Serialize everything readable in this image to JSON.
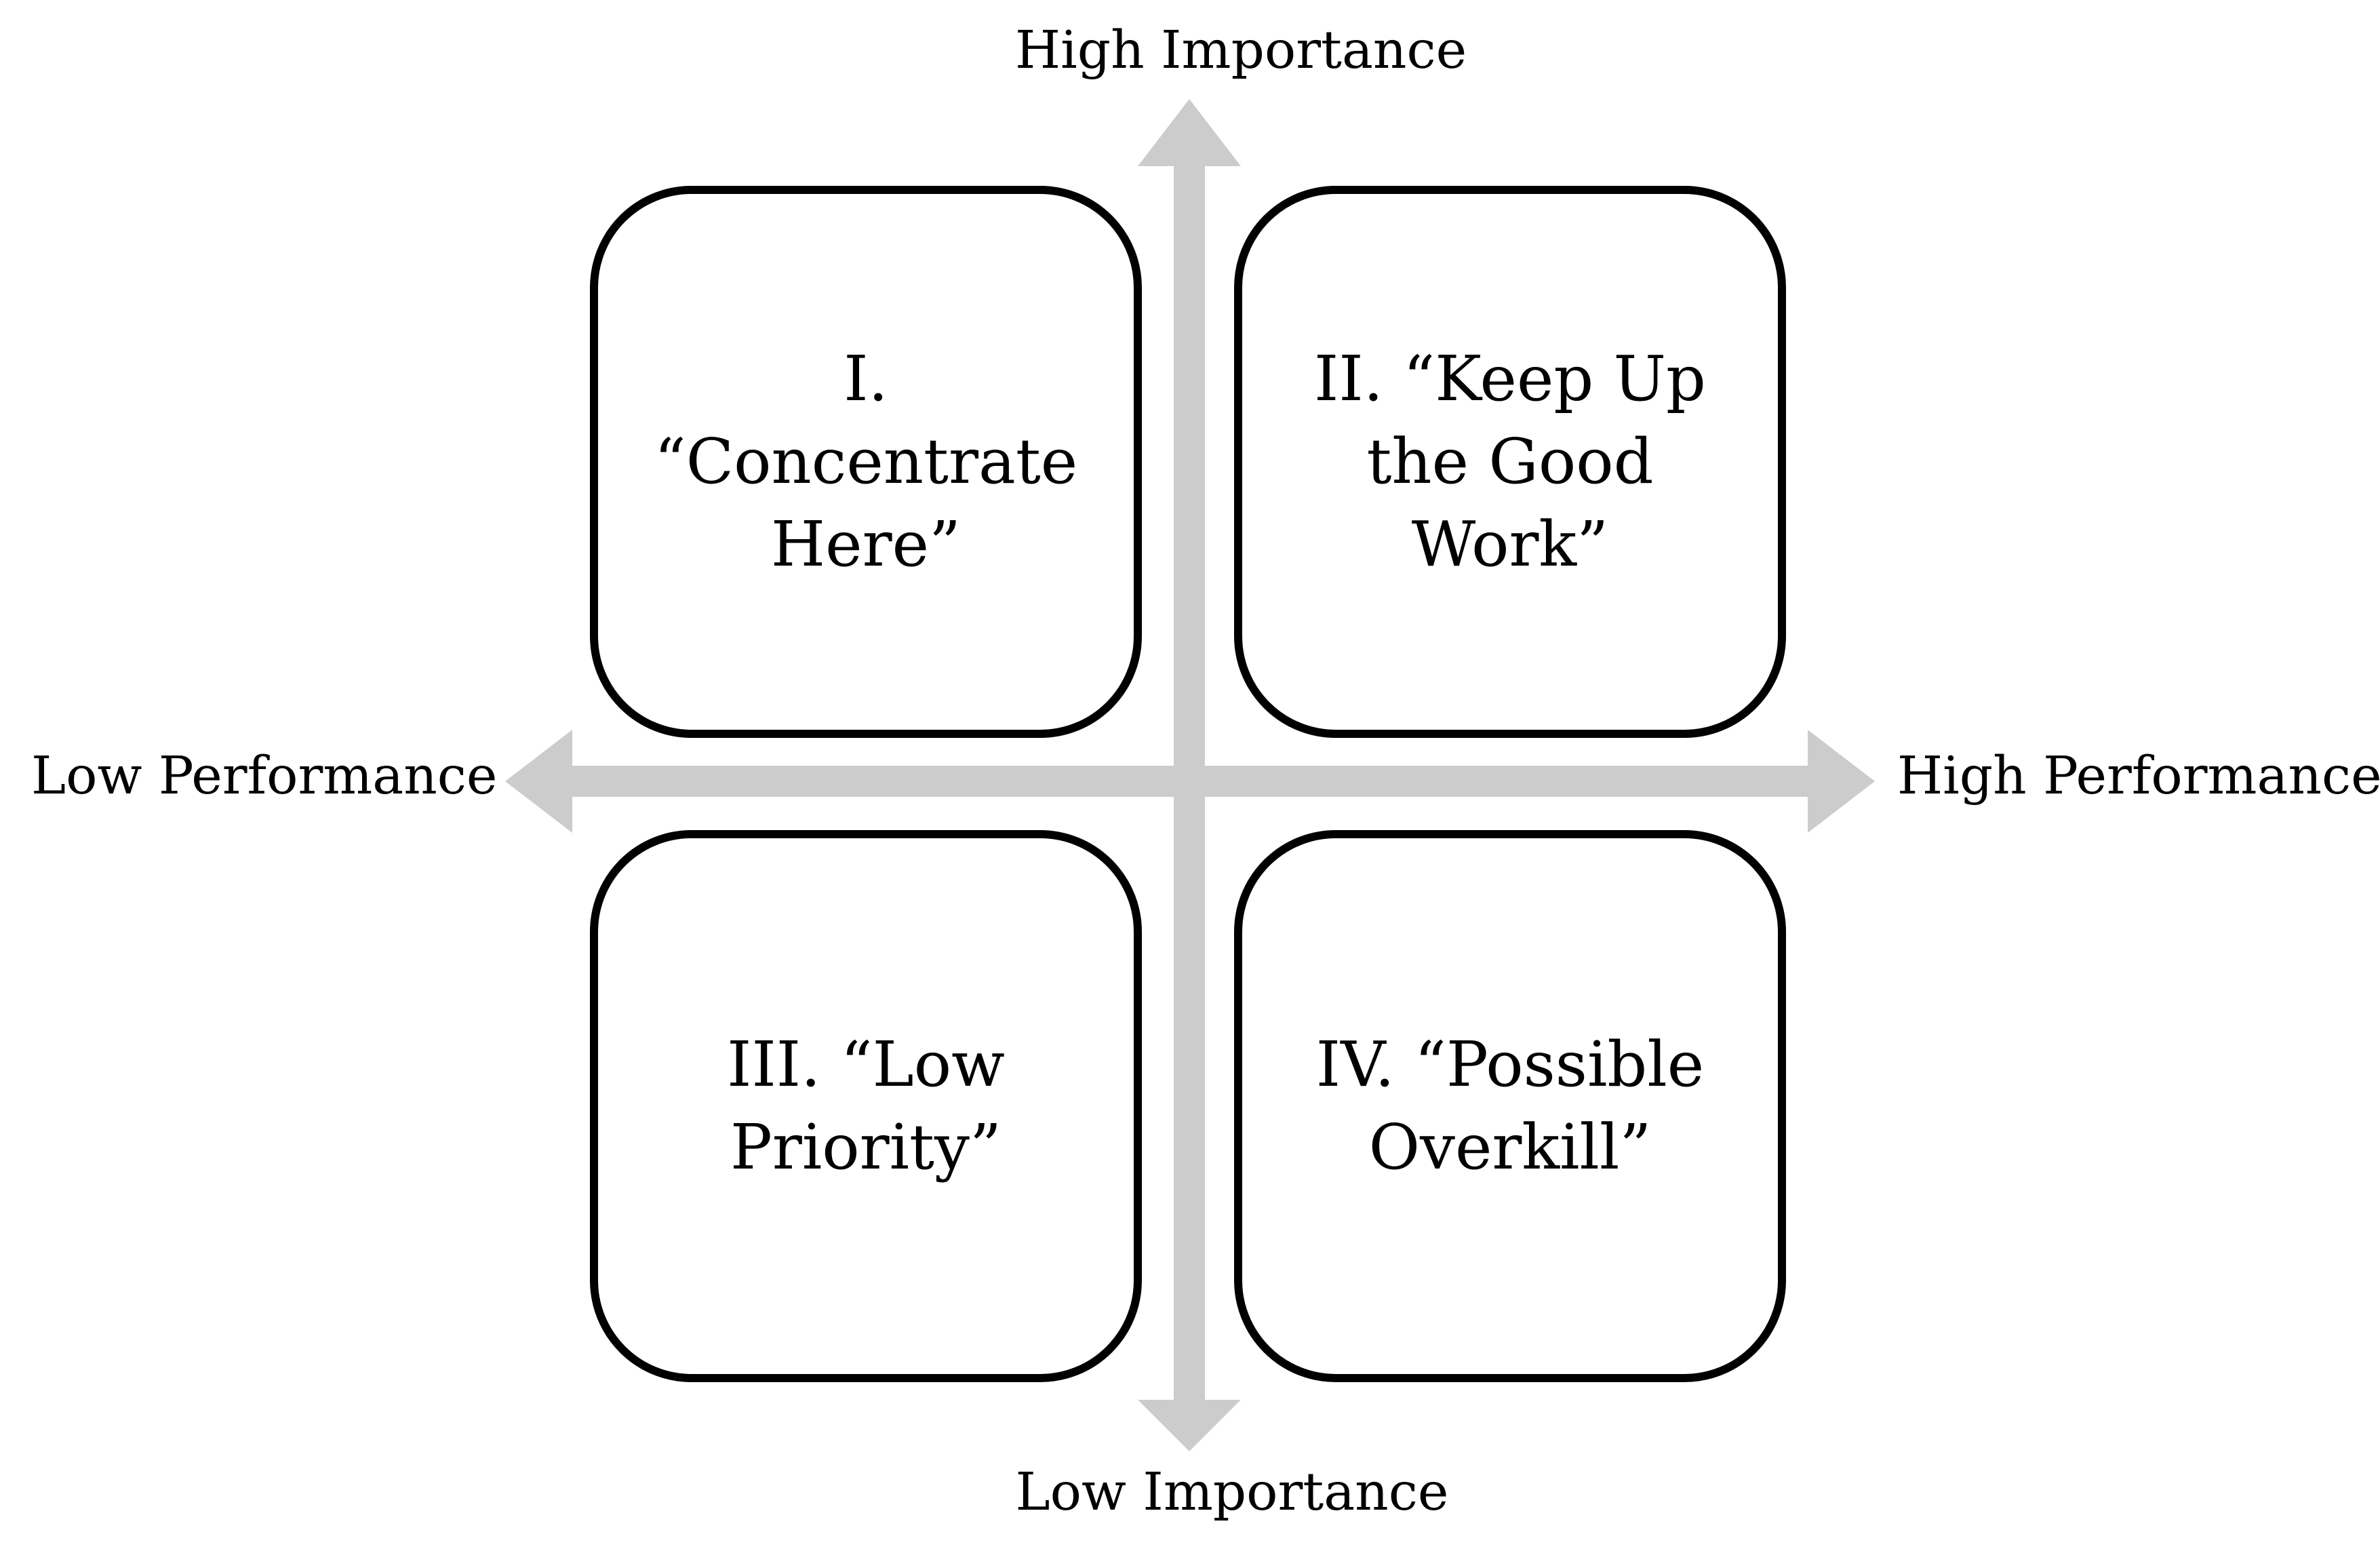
{
  "diagram": {
    "axis_color": "#cccccc",
    "border_color": "#000000",
    "axes": {
      "top_label": "High Importance",
      "bottom_label": "Low Importance",
      "left_label": "Low Performance",
      "right_label": "High Performance"
    },
    "quadrants": [
      {
        "lines": [
          "I.",
          "“Concentrate",
          "Here”"
        ]
      },
      {
        "lines": [
          "II. “Keep Up",
          "the Good",
          "Work”"
        ]
      },
      {
        "lines": [
          "III. “Low",
          "Priority”"
        ]
      },
      {
        "lines": [
          "IV. “Possible",
          "Overkill”"
        ]
      }
    ]
  }
}
